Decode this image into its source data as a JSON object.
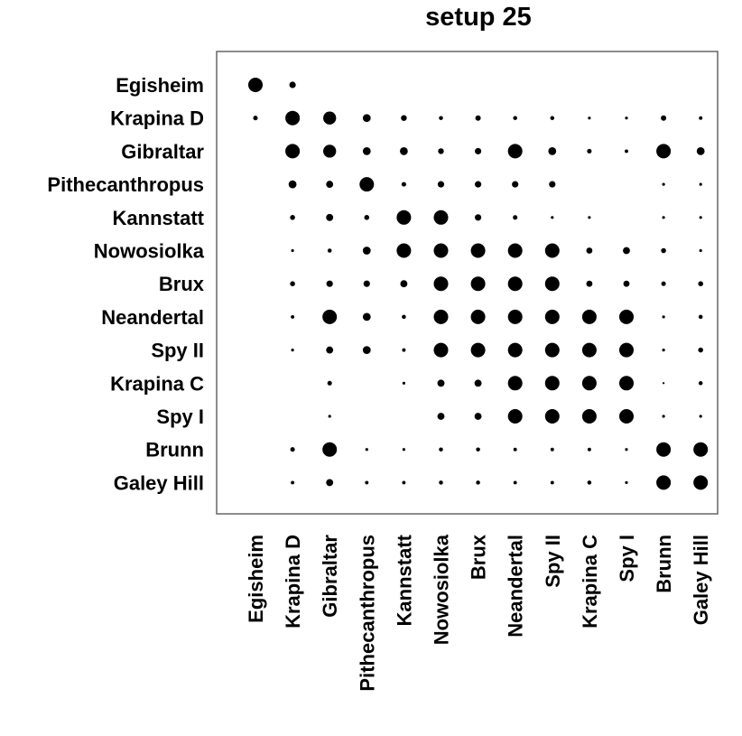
{
  "chart_data": {
    "type": "heatmap",
    "title": "setup 25",
    "xlabel": "",
    "ylabel": "",
    "grid": false,
    "legend": "none",
    "marker": "filled-circle",
    "color": "#000000",
    "value_scale": "relative size 0-5 (circle area)",
    "rows": [
      "Egisheim",
      "Krapina D",
      "Gibraltar",
      "Pithecanthropus",
      "Kannstatt",
      "Nowosiolka",
      "Brux",
      "Neandertal",
      "Spy II",
      "Krapina C",
      "Spy I",
      "Brunn",
      "Galey Hill"
    ],
    "columns": [
      "Egisheim",
      "Krapina D",
      "Gibraltar",
      "Pithecanthropus",
      "Kannstatt",
      "Nowosiolka",
      "Brux",
      "Neandertal",
      "Spy II",
      "Krapina C",
      "Spy I",
      "Brunn",
      "Galey Hill"
    ],
    "values": [
      [
        5,
        1,
        0,
        0,
        0,
        0,
        0,
        0,
        0,
        0,
        0,
        0,
        0
      ],
      [
        0.5,
        5,
        4,
        1.5,
        0.8,
        0.4,
        0.7,
        0.4,
        0.4,
        0.2,
        0.2,
        0.7,
        0.3
      ],
      [
        0,
        5,
        4,
        1.5,
        1.5,
        0.8,
        1,
        5,
        1.5,
        0.5,
        0.3,
        5,
        1.5
      ],
      [
        0,
        1.5,
        1.2,
        5,
        0.5,
        1,
        1,
        1,
        1,
        0,
        0,
        0.2,
        0.2
      ],
      [
        0,
        0.6,
        1.2,
        0.6,
        5,
        5,
        1,
        0.5,
        0.2,
        0.2,
        0,
        0.2,
        0.2
      ],
      [
        0,
        0.2,
        0.4,
        1.5,
        5,
        5,
        5,
        5,
        5,
        0.9,
        1.2,
        0.6,
        0.2
      ],
      [
        0,
        0.6,
        1,
        1,
        1.2,
        5,
        5,
        5,
        5,
        0.9,
        0.9,
        0.5,
        0.6
      ],
      [
        0,
        0.3,
        5,
        1.5,
        0.4,
        5,
        5,
        5,
        5,
        5,
        5,
        0.2,
        0.4
      ],
      [
        0,
        0.2,
        1.2,
        1.5,
        0.3,
        5,
        5,
        5,
        5,
        5,
        5,
        0.2,
        0.6
      ],
      [
        0,
        0,
        0.5,
        0,
        0.2,
        1.2,
        1.2,
        5,
        5,
        5,
        5,
        0.1,
        0.4
      ],
      [
        0,
        0,
        0.2,
        0,
        0,
        1.2,
        1.2,
        5,
        5,
        5,
        5,
        0.2,
        0.2
      ],
      [
        0,
        0.5,
        5,
        0.2,
        0.2,
        0.4,
        0.4,
        0.3,
        0.3,
        0.3,
        0.2,
        5,
        5
      ],
      [
        0,
        0.3,
        1.2,
        0.3,
        0.3,
        0.4,
        0.4,
        0.3,
        0.3,
        0.4,
        0.2,
        5,
        5
      ]
    ]
  }
}
